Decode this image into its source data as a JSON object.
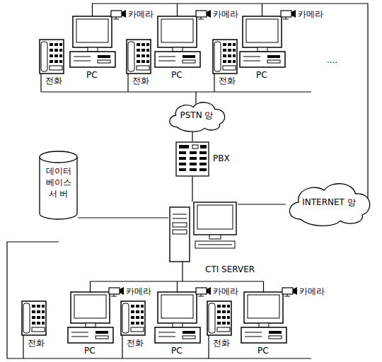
{
  "diagram": {
    "nodes": [
      {
        "text": [
          "PSTN 망"
        ]
      },
      {
        "text": [
          "PBX"
        ]
      },
      {
        "text": [
          "데이터 베이스 서 버"
        ]
      },
      {
        "text": [
          "INTERNET 망"
        ]
      },
      {
        "text": [
          "CTI SERVER"
        ]
      }
    ],
    "edges": [
      {
        "from": 0,
        "to": 1,
        "arrow": "none"
      },
      {
        "from": 1,
        "to": 4,
        "arrow": "none"
      },
      {
        "from": 2,
        "to": 4,
        "arrow": "none"
      },
      {
        "from": 4,
        "to": 3,
        "arrow": "none"
      }
    ],
    "labels": [
      "카메라",
      "카메라",
      "카메라",
      "....",
      "전화",
      "PC",
      "전화",
      "PC",
      "전화",
      "PC",
      "카메라",
      "카메라",
      "카메라",
      "전화",
      "PC",
      "전화",
      "PC",
      "전화",
      "PC"
    ]
  }
}
